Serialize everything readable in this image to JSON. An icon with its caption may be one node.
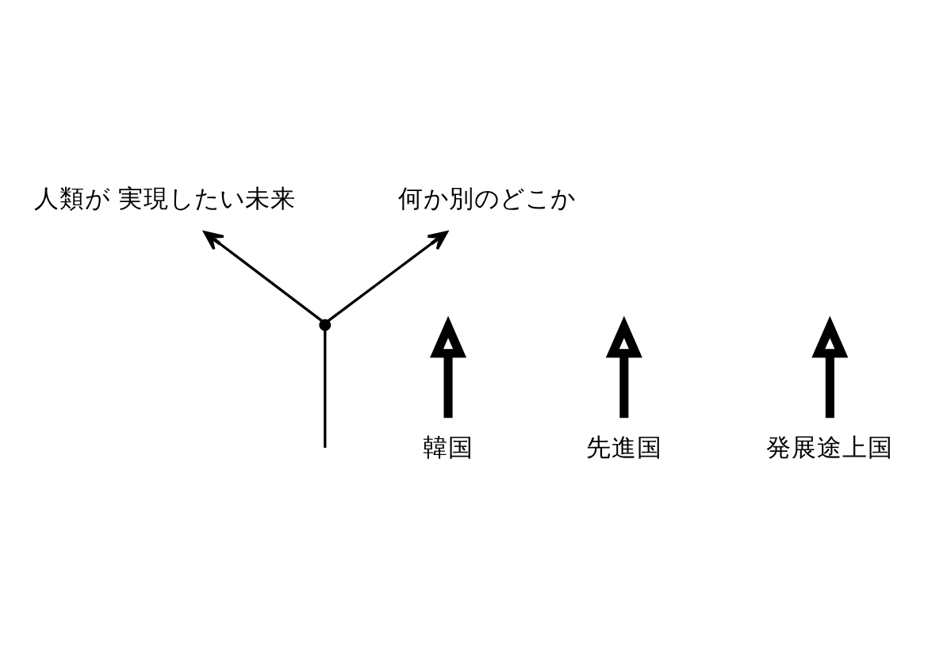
{
  "diagram": {
    "nodes": [
      {
        "text": [
          "人類が 実現したい未来"
        ]
      },
      {
        "text": [
          "何か別のどこか"
        ]
      },
      {
        "text": [
          "韓国"
        ]
      },
      {
        "text": [
          "先進国"
        ]
      },
      {
        "text": [
          "発展途上国"
        ]
      },
      {
        "text": [],
        "shape": "point"
      }
    ],
    "edges": [
      {
        "from": null,
        "to": 5,
        "arrow": "none"
      },
      {
        "from": 5,
        "to": 0,
        "arrow": "to"
      },
      {
        "from": 5,
        "to": 1,
        "arrow": "to"
      },
      {
        "from": 2,
        "to": null,
        "arrow": "to",
        "style": "thick"
      },
      {
        "from": 3,
        "to": null,
        "arrow": "to",
        "style": "thick"
      },
      {
        "from": 4,
        "to": null,
        "arrow": "to",
        "style": "thick"
      }
    ]
  }
}
